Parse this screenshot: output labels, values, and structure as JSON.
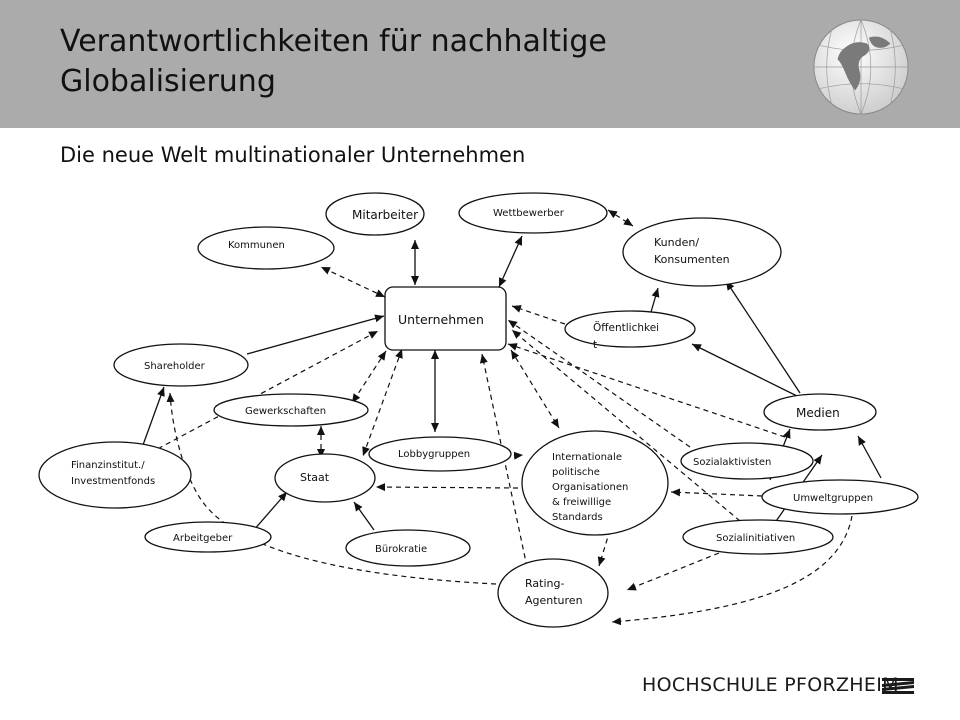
{
  "slide": {
    "title": "Verantwortlichkeiten für nachhaltige Globalisierung",
    "subtitle": "Die neue Welt multinationaler Unternehmen",
    "footer": "HOCHSCHULE PFORZHEIM",
    "logo_icon": "globe-icon"
  },
  "nodes": {
    "unternehmen": "Unternehmen",
    "mitarbeiter": "Mitarbeiter",
    "wettbewerber": "Wettbewerber",
    "kommunen": "Kommunen",
    "kunden": [
      "Kunden/",
      "Konsumenten"
    ],
    "oeffentlichkeit": [
      "Öffentlichkei",
      "t"
    ],
    "shareholder": "Shareholder",
    "gewerkschaften": "Gewerkschaften",
    "medien": "Medien",
    "lobbygruppen": "Lobbygruppen",
    "io": [
      "Internationale",
      "politische",
      "Organisationen",
      "& freiwillige",
      "Standards"
    ],
    "finanz": [
      "Finanzinstitut./",
      "Investmentfonds"
    ],
    "staat": "Staat",
    "sozialaktivisten": "Sozialaktivisten",
    "umweltgruppen": "Umweltgruppen",
    "arbeitgeber": "Arbeitgeber",
    "buerokratie": "Bürokratie",
    "sozialinitiativen": "Sozialinitiativen",
    "rating": [
      "Rating-",
      "Agenturen"
    ]
  },
  "colors": {
    "header": "#ababab",
    "ink": "#111111"
  }
}
